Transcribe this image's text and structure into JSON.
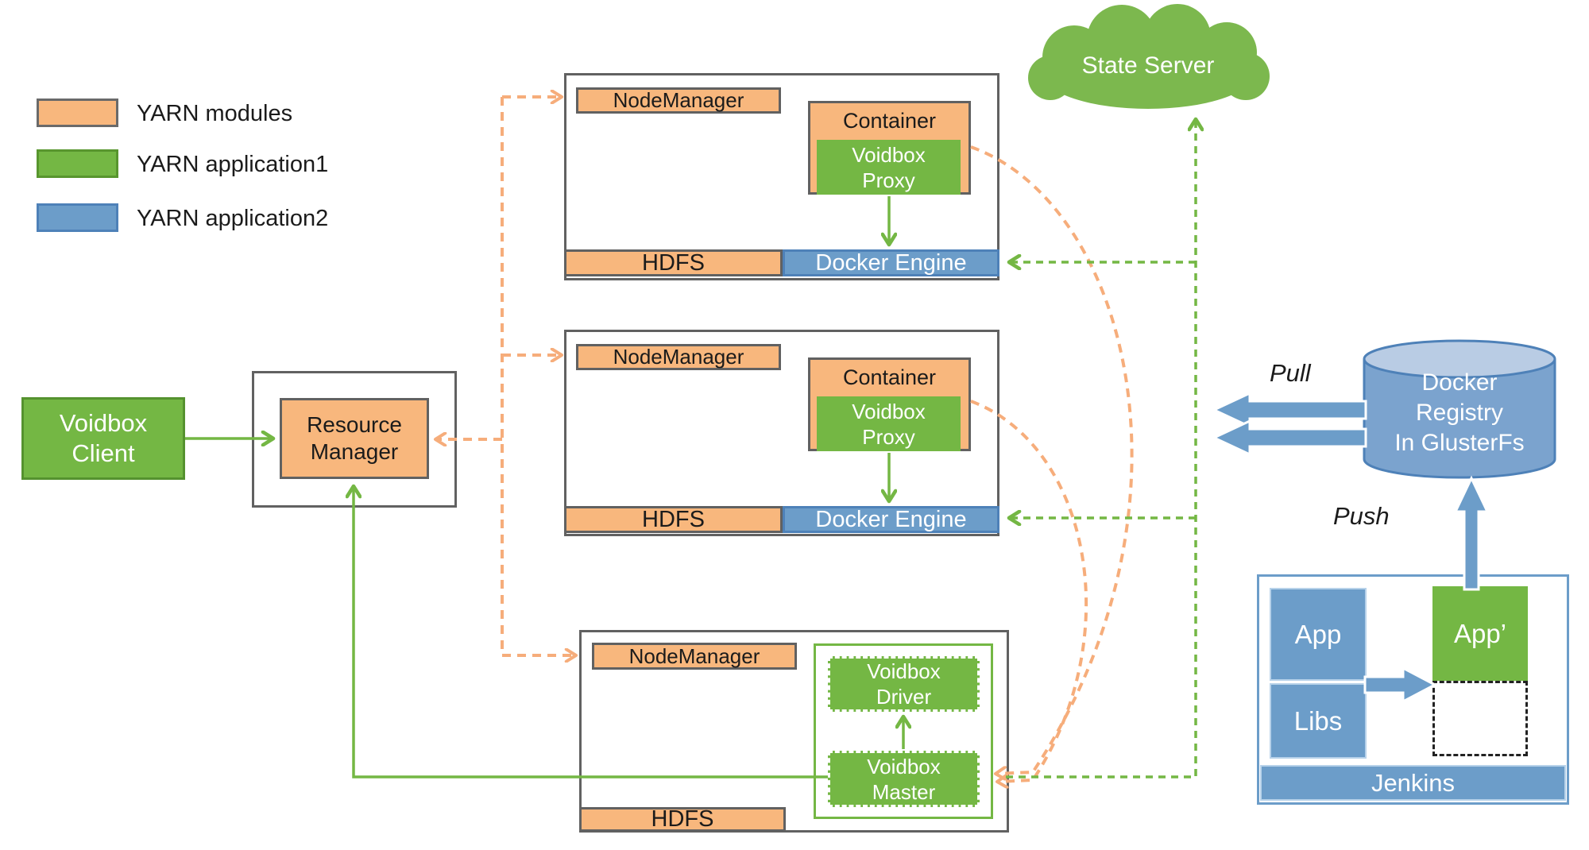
{
  "legend": {
    "items": [
      {
        "label": "YARN modules",
        "color": "#F8B77D"
      },
      {
        "label": "YARN application1",
        "color": "#74B744"
      },
      {
        "label": "YARN application2",
        "color": "#6C9DC9"
      }
    ]
  },
  "client": {
    "label": "Voidbox\nClient"
  },
  "resource_manager": {
    "label": "Resource\nManager"
  },
  "nodes": [
    {
      "node_manager": "NodeManager",
      "container": "Container",
      "proxy": "Voidbox\nProxy",
      "hdfs": "HDFS",
      "docker_engine": "Docker Engine"
    },
    {
      "node_manager": "NodeManager",
      "container": "Container",
      "proxy": "Voidbox\nProxy",
      "hdfs": "HDFS",
      "docker_engine": "Docker Engine"
    },
    {
      "node_manager": "NodeManager",
      "driver": "Voidbox\nDriver",
      "master": "Voidbox\nMaster",
      "hdfs": "HDFS"
    }
  ],
  "state_server": {
    "label": "State Server"
  },
  "registry": {
    "label": "Docker\nRegistry\nIn GlusterFs",
    "pull_label": "Pull",
    "push_label": "Push"
  },
  "jenkins": {
    "app": "App",
    "libs": "Libs",
    "app_prime": "App’",
    "bar": "Jenkins"
  },
  "colors": {
    "yarn_module_orange": "#F8B77D",
    "application_green": "#74B744",
    "application_blue": "#6C9DC9",
    "box_border_gray": "#616161",
    "orange_dashed_arrow": "#F6AD7B",
    "green_arrow": "#74B744",
    "cylinder_body": "#7BA3CE",
    "cylinder_top": "#B9CCE4",
    "cylinder_border": "#4E81B8"
  }
}
